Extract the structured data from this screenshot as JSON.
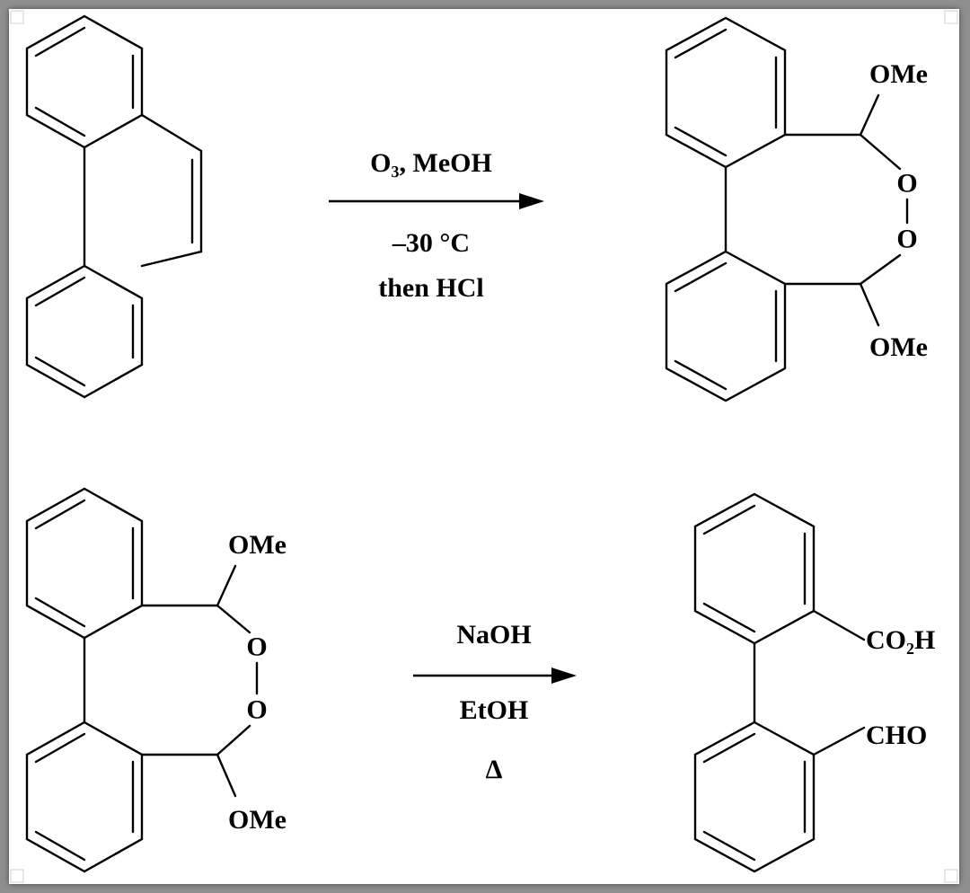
{
  "reaction_1": {
    "reagent_above": "O₃, MeOH",
    "reagent_below_1": "–30 °C",
    "reagent_below_2": "then HCl",
    "product_labels": {
      "ome_top": "OMe",
      "o_1": "O",
      "o_2": "O",
      "ome_bottom": "OMe"
    }
  },
  "reaction_2": {
    "reactant_labels": {
      "ome_top": "OMe",
      "o_1": "O",
      "o_2": "O",
      "ome_bottom": "OMe"
    },
    "reagent_above": "NaOH",
    "reagent_below_1": "EtOH",
    "reagent_below_2": "Δ",
    "product_labels": {
      "acid": "CO₂H",
      "aldehyde": "CHO"
    }
  }
}
